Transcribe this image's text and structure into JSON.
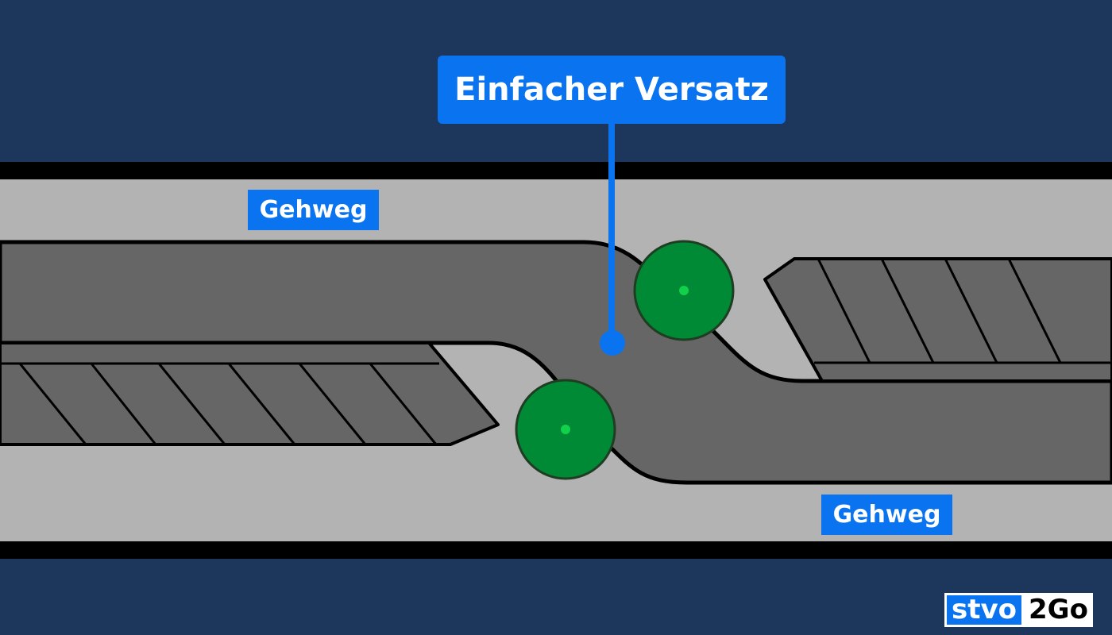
{
  "title": "Einfacher Versatz",
  "labels": {
    "sidewalk_top": "Gehweg",
    "sidewalk_bottom": "Gehweg"
  },
  "logo": {
    "part1": "stvo",
    "part2": "2Go"
  },
  "colors": {
    "background": "#1c365c",
    "sidewalk": "#b3b3b3",
    "road": "#666666",
    "accent": "#0a74f0",
    "tree": "#008a35",
    "tree_center": "#11d04a",
    "outline": "#000000"
  },
  "icons": {
    "trees": "tree-icon",
    "pointer": "pointer-dot-icon"
  }
}
